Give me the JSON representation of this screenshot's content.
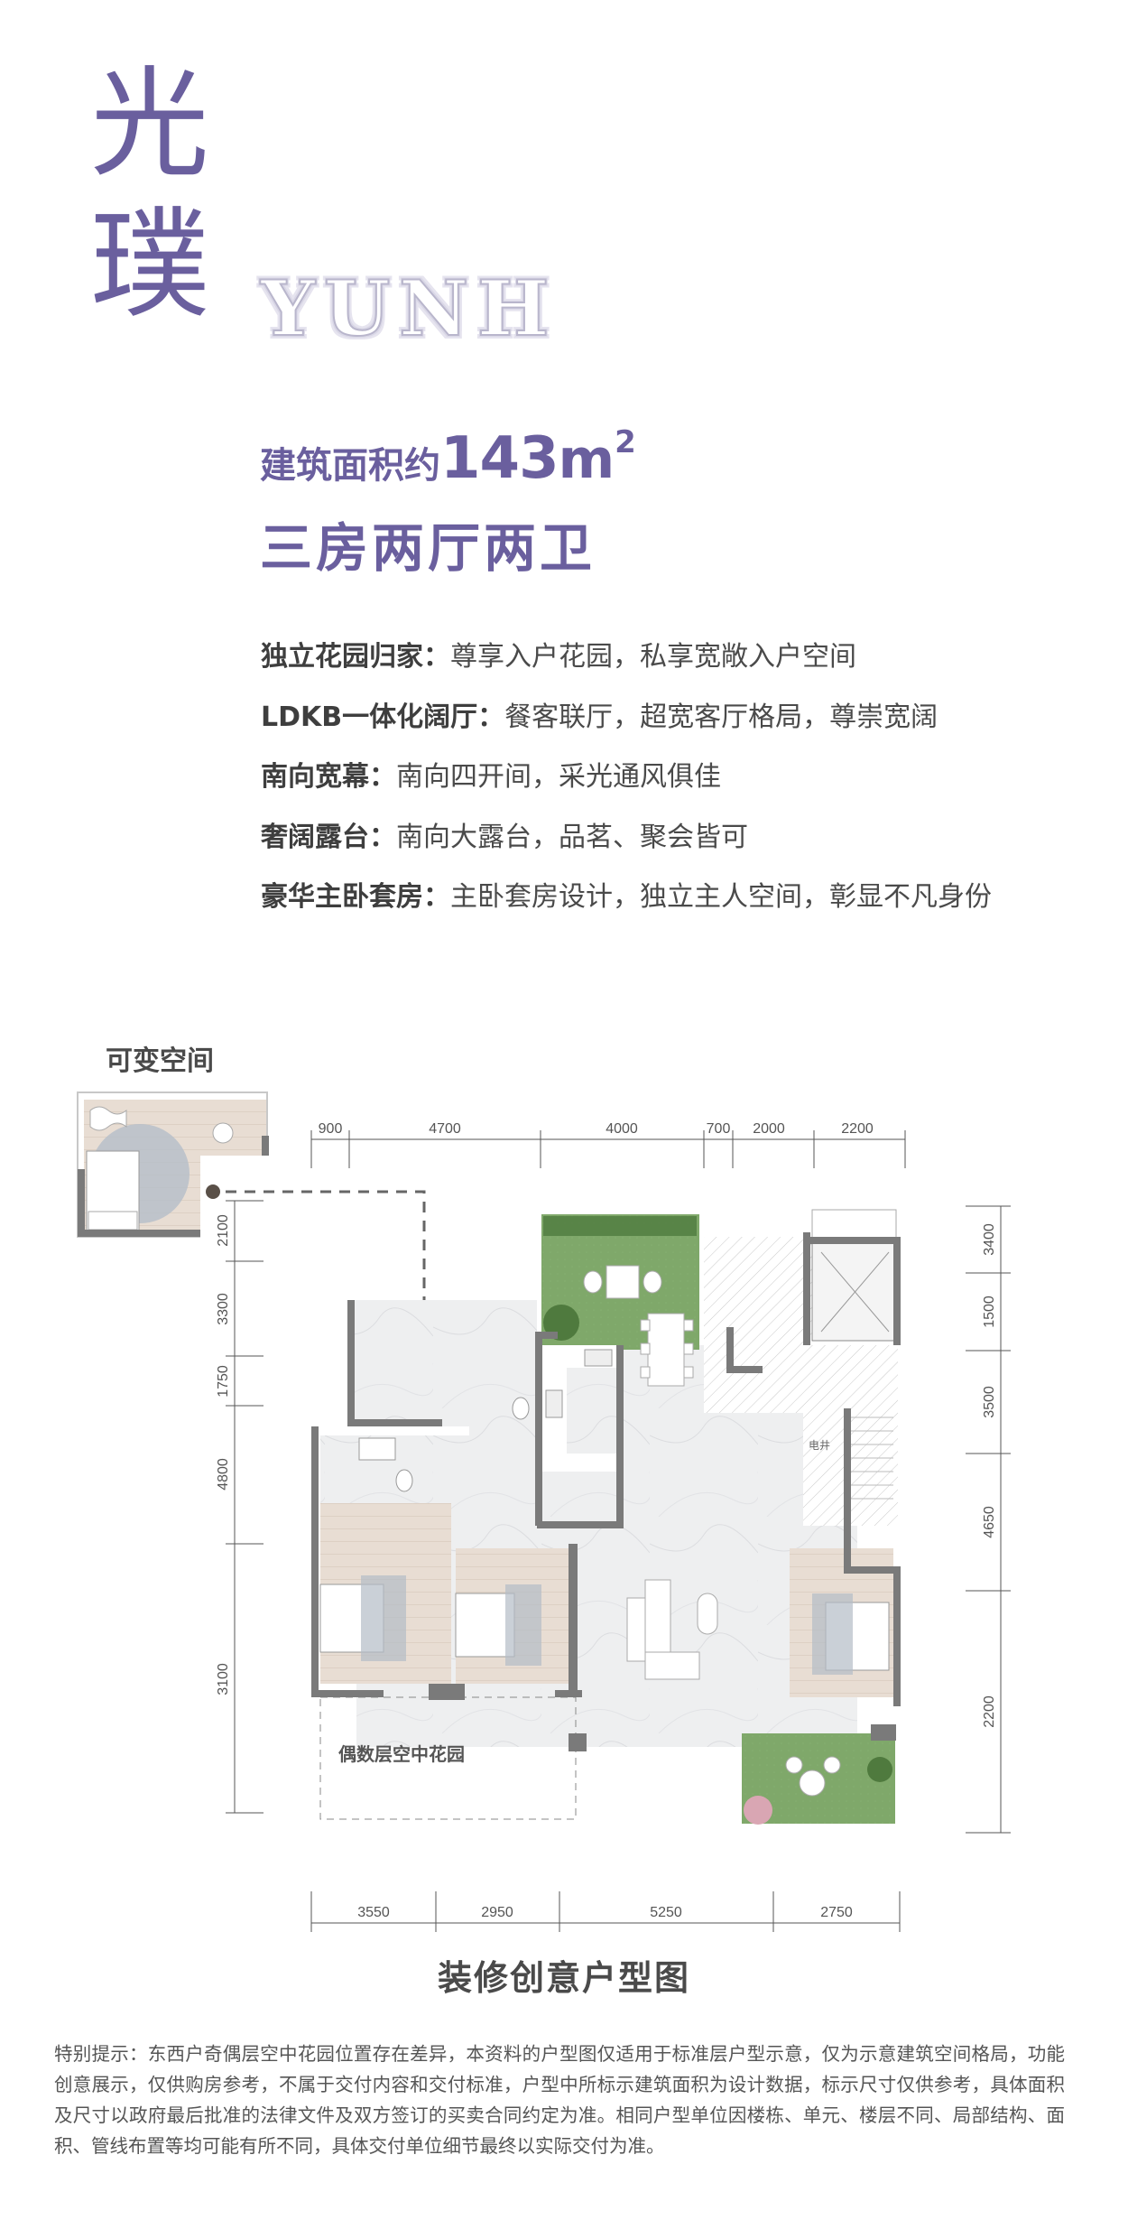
{
  "brand": {
    "char1": "光",
    "char2": "璞",
    "latin": "YUNH",
    "accent_color": "#6a5f9e"
  },
  "headline": {
    "area_prefix": "建筑面积约",
    "area_value": "143",
    "area_unit": "m",
    "area_unit_sup": "2",
    "layout_type": "三房两厅两卫"
  },
  "features": [
    {
      "key": "独立花园归家：",
      "desc": "尊享入户花园，私享宽敞入户空间"
    },
    {
      "key": "LDKB一体化阔厅：",
      "desc": "餐客联厅，超宽客厅格局，尊崇宽阔"
    },
    {
      "key": "南向宽幕：",
      "desc": "南向四开间，采光通风俱佳"
    },
    {
      "key": "奢阔露台：",
      "desc": "南向大露台，品茗、聚会皆可"
    },
    {
      "key": "豪华主卧套房：",
      "desc": "主卧套房设计，独立主人空间，彰显不凡身份"
    }
  ],
  "floor_plan": {
    "variable_space_title": "可变空间",
    "dimensions": {
      "top": [
        "900",
        "4700",
        "4000",
        "700",
        "2000",
        "2200"
      ],
      "bottom": [
        "3550",
        "2950",
        "5250",
        "2750"
      ],
      "left": [
        "2100",
        "3300",
        "1750",
        "4800",
        "3100"
      ],
      "right": [
        "3400",
        "1500",
        "3500",
        "4650",
        "2200"
      ]
    },
    "room_labels": {
      "sky_garden": "偶数层空中花园",
      "electric_shaft": "电井"
    },
    "caption": "装修创意户型图"
  },
  "footer": {
    "disclaimer": "特别提示：东西户奇偶层空中花园位置存在差异，本资料的户型图仅适用于标准层户型示意，仅为示意建筑空间格局，功能创意展示，仅供购房参考，不属于交付内容和交付标准，户型中所标示建筑面积为设计数据，标示尺寸仅供参考，具体面积及尺寸以政府最后批准的法律文件及双方签订的买卖合同约定为准。相同户型单位因楼栋、单元、楼层不同、局部结构、面积、管线布置等均可能有所不同，具体交付单位细节最终以实际交付为准。"
  }
}
